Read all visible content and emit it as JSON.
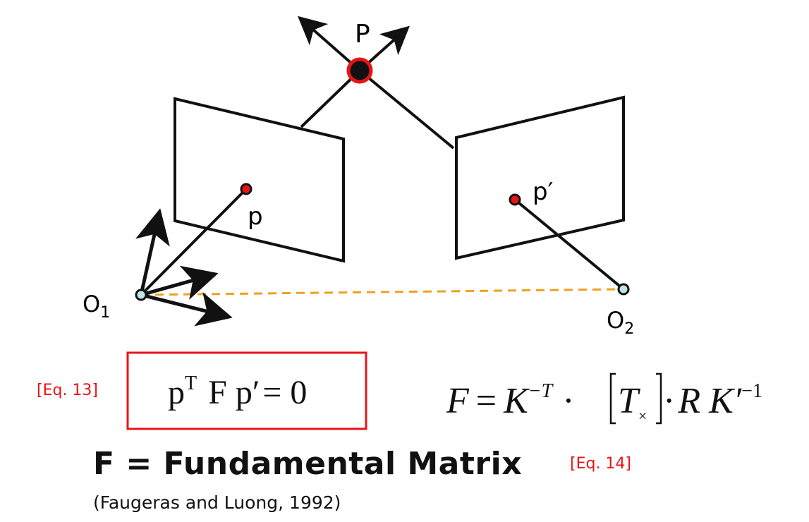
{
  "diagram": {
    "point_label": "P",
    "image_point_left": "p",
    "image_point_right": "p′",
    "camera_left": {
      "letter": "O",
      "sub": "1"
    },
    "camera_right": {
      "letter": "O",
      "sub": "2"
    }
  },
  "equations": {
    "eq13": {
      "label": "[Eq. 13]",
      "p": "p",
      "T": "T",
      "F": "F",
      "pprime": "p′",
      "eq_zero": "= 0"
    },
    "eq14": {
      "label": "[Eq. 14]",
      "F": "F",
      "equals": "=",
      "K": "K",
      "K_exp": "−T",
      "dot": "·",
      "T": "T",
      "T_sub": "×",
      "R": "R",
      "Kp": "K′",
      "Kp_exp": "−1"
    }
  },
  "caption": {
    "title": "F = Fundamental Matrix",
    "citation": "(Faugeras and Luong, 1992)"
  },
  "colors": {
    "line": "#111111",
    "point_red": "#e8141a",
    "baseline_orange": "#f0a020",
    "camera_center": "#bfe6e6",
    "eq_label": "#e8141a"
  }
}
